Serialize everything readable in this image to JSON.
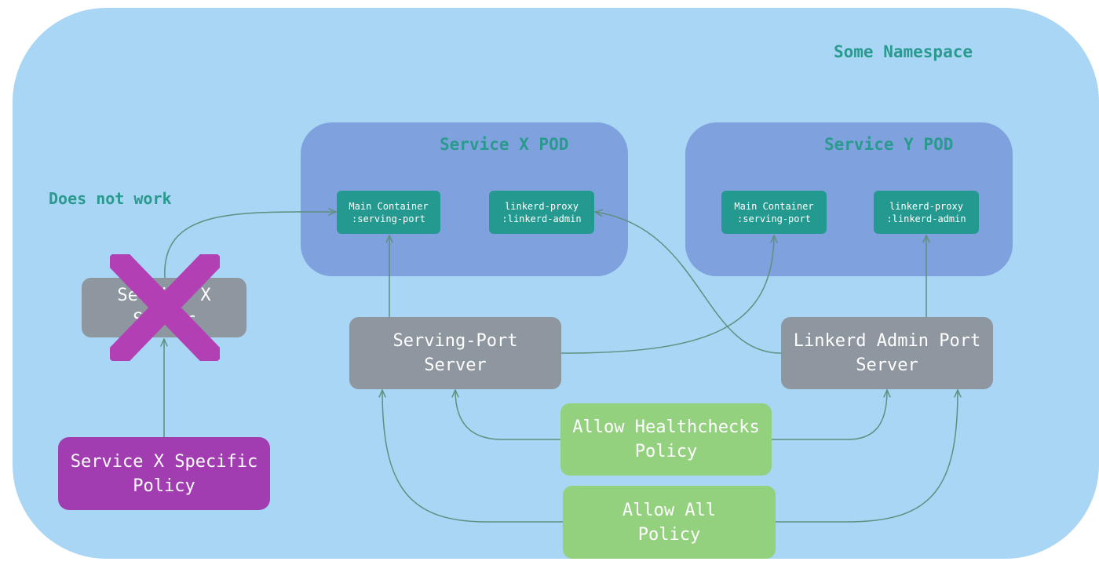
{
  "namespace": {
    "title": "Some Namespace"
  },
  "note": {
    "text": "Does not work"
  },
  "pods": {
    "x": {
      "title": "Service X POD",
      "main_container": {
        "line1": "Main Container",
        "line2": ":serving-port"
      },
      "proxy": {
        "line1": "linkerd-proxy",
        "line2": ":linkerd-admin"
      }
    },
    "y": {
      "title": "Service Y POD",
      "main_container": {
        "line1": "Main Container",
        "line2": ":serving-port"
      },
      "proxy": {
        "line1": "linkerd-proxy",
        "line2": ":linkerd-admin"
      }
    }
  },
  "servers": {
    "service_x": {
      "line1": "Service X",
      "line2": "Server",
      "status": "crossed-out"
    },
    "serving_port": {
      "line1": "Serving-Port",
      "line2": "Server"
    },
    "linkerd_admin": {
      "line1": "Linkerd Admin Port",
      "line2": "Server"
    }
  },
  "policies": {
    "service_x_specific": {
      "line1": "Service X Specific",
      "line2": "Policy"
    },
    "allow_healthchecks": {
      "line1": "Allow Healthchecks",
      "line2": "Policy"
    },
    "allow_all": {
      "line1": "Allow All",
      "line2": "Policy"
    }
  },
  "colors": {
    "namespace_bg": "#a8d6f4",
    "pod_bg": "#7fa1de",
    "container_bg": "#23998f",
    "server_bg": "#8e979f",
    "policy_green": "#94d17f",
    "policy_purple": "#a23db1",
    "cross": "#b23fb3",
    "title_text": "#2a9a8f",
    "connector": "#5f8f7f"
  },
  "icons": {
    "cross_out": "x-mark-icon"
  }
}
